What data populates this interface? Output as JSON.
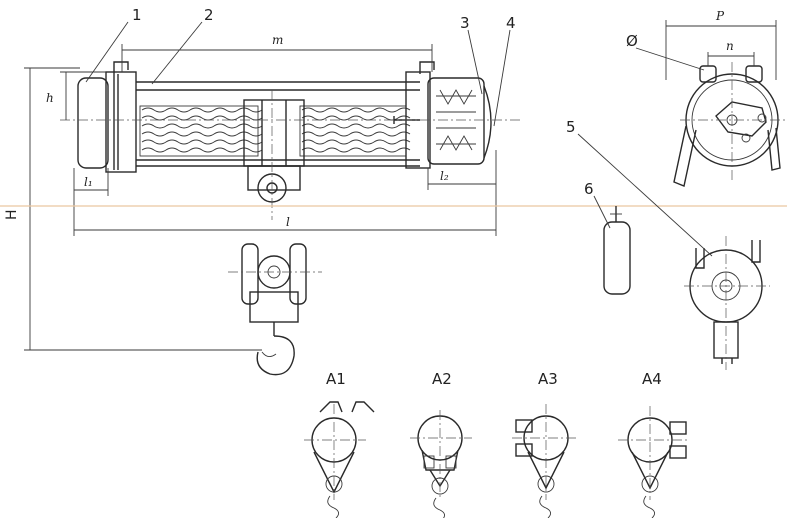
{
  "callouts": {
    "c1": "1",
    "c2": "2",
    "c3": "3",
    "c4": "4",
    "c5": "5",
    "c6": "6"
  },
  "dimensions": {
    "m": "m",
    "h": "h",
    "l1": "l₁",
    "l2": "l₂",
    "l": "l",
    "H": "H",
    "P": "P",
    "n": "n",
    "phi": "Ø"
  },
  "variants": {
    "a1": "A1",
    "a2": "A2",
    "a3": "A3",
    "a4": "A4"
  }
}
